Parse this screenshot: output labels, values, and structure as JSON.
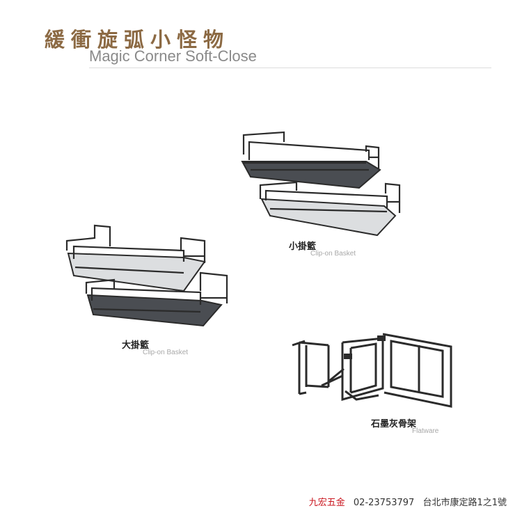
{
  "header": {
    "title_zh": "緩衝旋弧小怪物",
    "title_en": "Magic Corner Soft-Close"
  },
  "products": {
    "small_basket": {
      "name_zh": "小掛籃",
      "name_en": "Clip-on Basket"
    },
    "large_basket": {
      "name_zh": "大掛籃",
      "name_en": "Clip-on Basket"
    },
    "frame": {
      "name_zh": "石墨灰骨架",
      "name_en": "Flatware"
    }
  },
  "footer": {
    "brand": "九宏五金",
    "phone": "02-23753797",
    "address": "台北市康定路1之1號"
  },
  "colors": {
    "title": "#8c6a44",
    "subtitle": "#8a8a8a",
    "brand": "#c9151e",
    "wire": "#2b2b2b",
    "graphite": "#4a4d52",
    "marble": "#dcdee0"
  }
}
